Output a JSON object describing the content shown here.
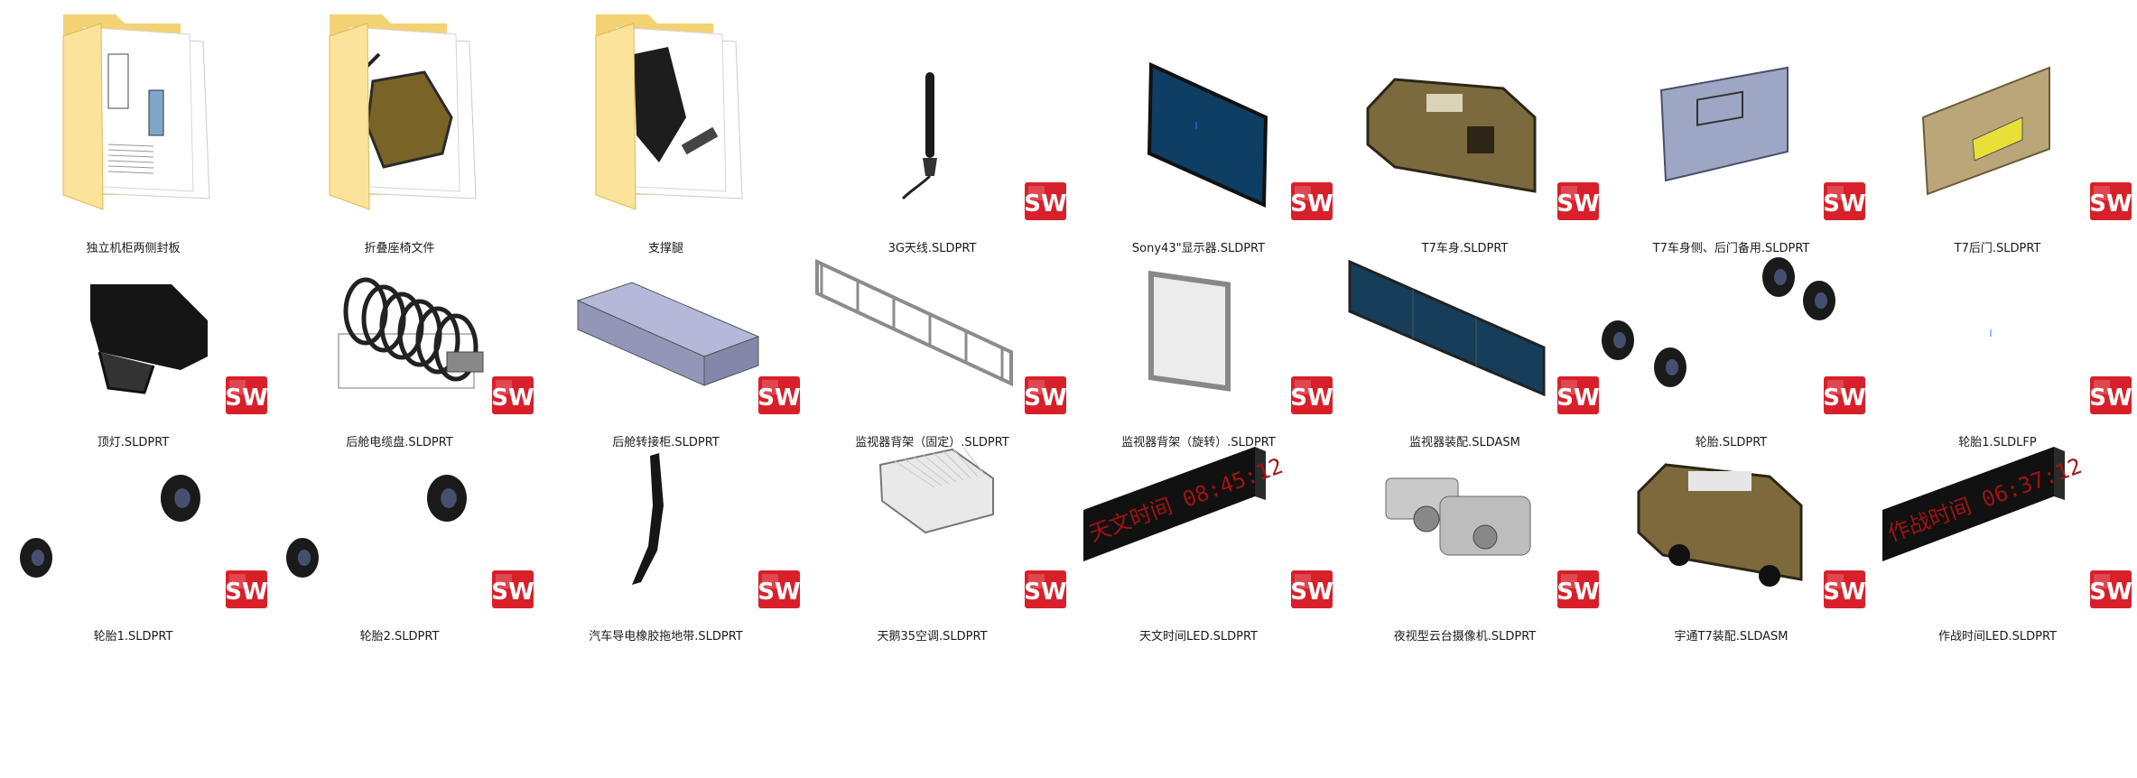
{
  "files": [
    {
      "name": "独立机柜两侧封板",
      "kind": "folder",
      "art": "folder-drawing"
    },
    {
      "name": "折叠座椅文件",
      "kind": "folder",
      "art": "folder-seat"
    },
    {
      "name": "支撑腿",
      "kind": "folder",
      "art": "folder-leg"
    },
    {
      "name": "3G天线.SLDPRT",
      "kind": "solidworks",
      "art": "antenna"
    },
    {
      "name": "Sony43\"显示器.SLDPRT",
      "kind": "solidworks",
      "art": "monitor"
    },
    {
      "name": "T7车身.SLDPRT",
      "kind": "solidworks",
      "art": "van-body"
    },
    {
      "name": "T7车身侧、后门备用.SLDPRT",
      "kind": "solidworks",
      "art": "door-panel"
    },
    {
      "name": "T7后门.SLDPRT",
      "kind": "solidworks",
      "art": "rear-door"
    },
    {
      "name": "顶灯.SLDPRT",
      "kind": "solidworks",
      "art": "lamp"
    },
    {
      "name": "后舱电缆盘.SLDPRT",
      "kind": "solidworks",
      "art": "cable-reel"
    },
    {
      "name": "后舱转接柜.SLDPRT",
      "kind": "solidworks",
      "art": "cabinet-box"
    },
    {
      "name": "监视器背架（固定）.SLDPRT",
      "kind": "solidworks",
      "art": "frame-rack"
    },
    {
      "name": "监视器背架（旋转）.SLDPRT",
      "kind": "solidworks",
      "art": "frame-single"
    },
    {
      "name": "监视器装配.SLDASM",
      "kind": "solidworks",
      "art": "monitor-wall"
    },
    {
      "name": "轮胎.SLDPRT",
      "kind": "solidworks",
      "art": "tires-four"
    },
    {
      "name": "轮胎1.SLDLFP",
      "kind": "solidworks-blank",
      "art": "blank"
    },
    {
      "name": "轮胎1.SLDPRT",
      "kind": "solidworks",
      "art": "tires-two"
    },
    {
      "name": "轮胎2.SLDPRT",
      "kind": "solidworks",
      "art": "tires-two"
    },
    {
      "name": "汽车导电橡胶拖地带.SLDPRT",
      "kind": "solidworks",
      "art": "strap"
    },
    {
      "name": "天鹅35空调.SLDPRT",
      "kind": "solidworks",
      "art": "aircon"
    },
    {
      "name": "天文时间LED.SLDPRT",
      "kind": "solidworks",
      "art": "led-sign",
      "led_text": "天文时间 08:45:12"
    },
    {
      "name": "夜视型云台摄像机.SLDPRT",
      "kind": "solidworks",
      "art": "camera"
    },
    {
      "name": "宇通T7装配.SLDASM",
      "kind": "solidworks",
      "art": "van-assembly"
    },
    {
      "name": "作战时间LED.SLDPRT",
      "kind": "solidworks",
      "art": "led-sign",
      "led_text": "作战时间 06:37:12"
    }
  ],
  "badge_text": "SW",
  "colors": {
    "sw_red": "#d8202a",
    "folder": "#f6d77f",
    "led": "#a31212"
  }
}
